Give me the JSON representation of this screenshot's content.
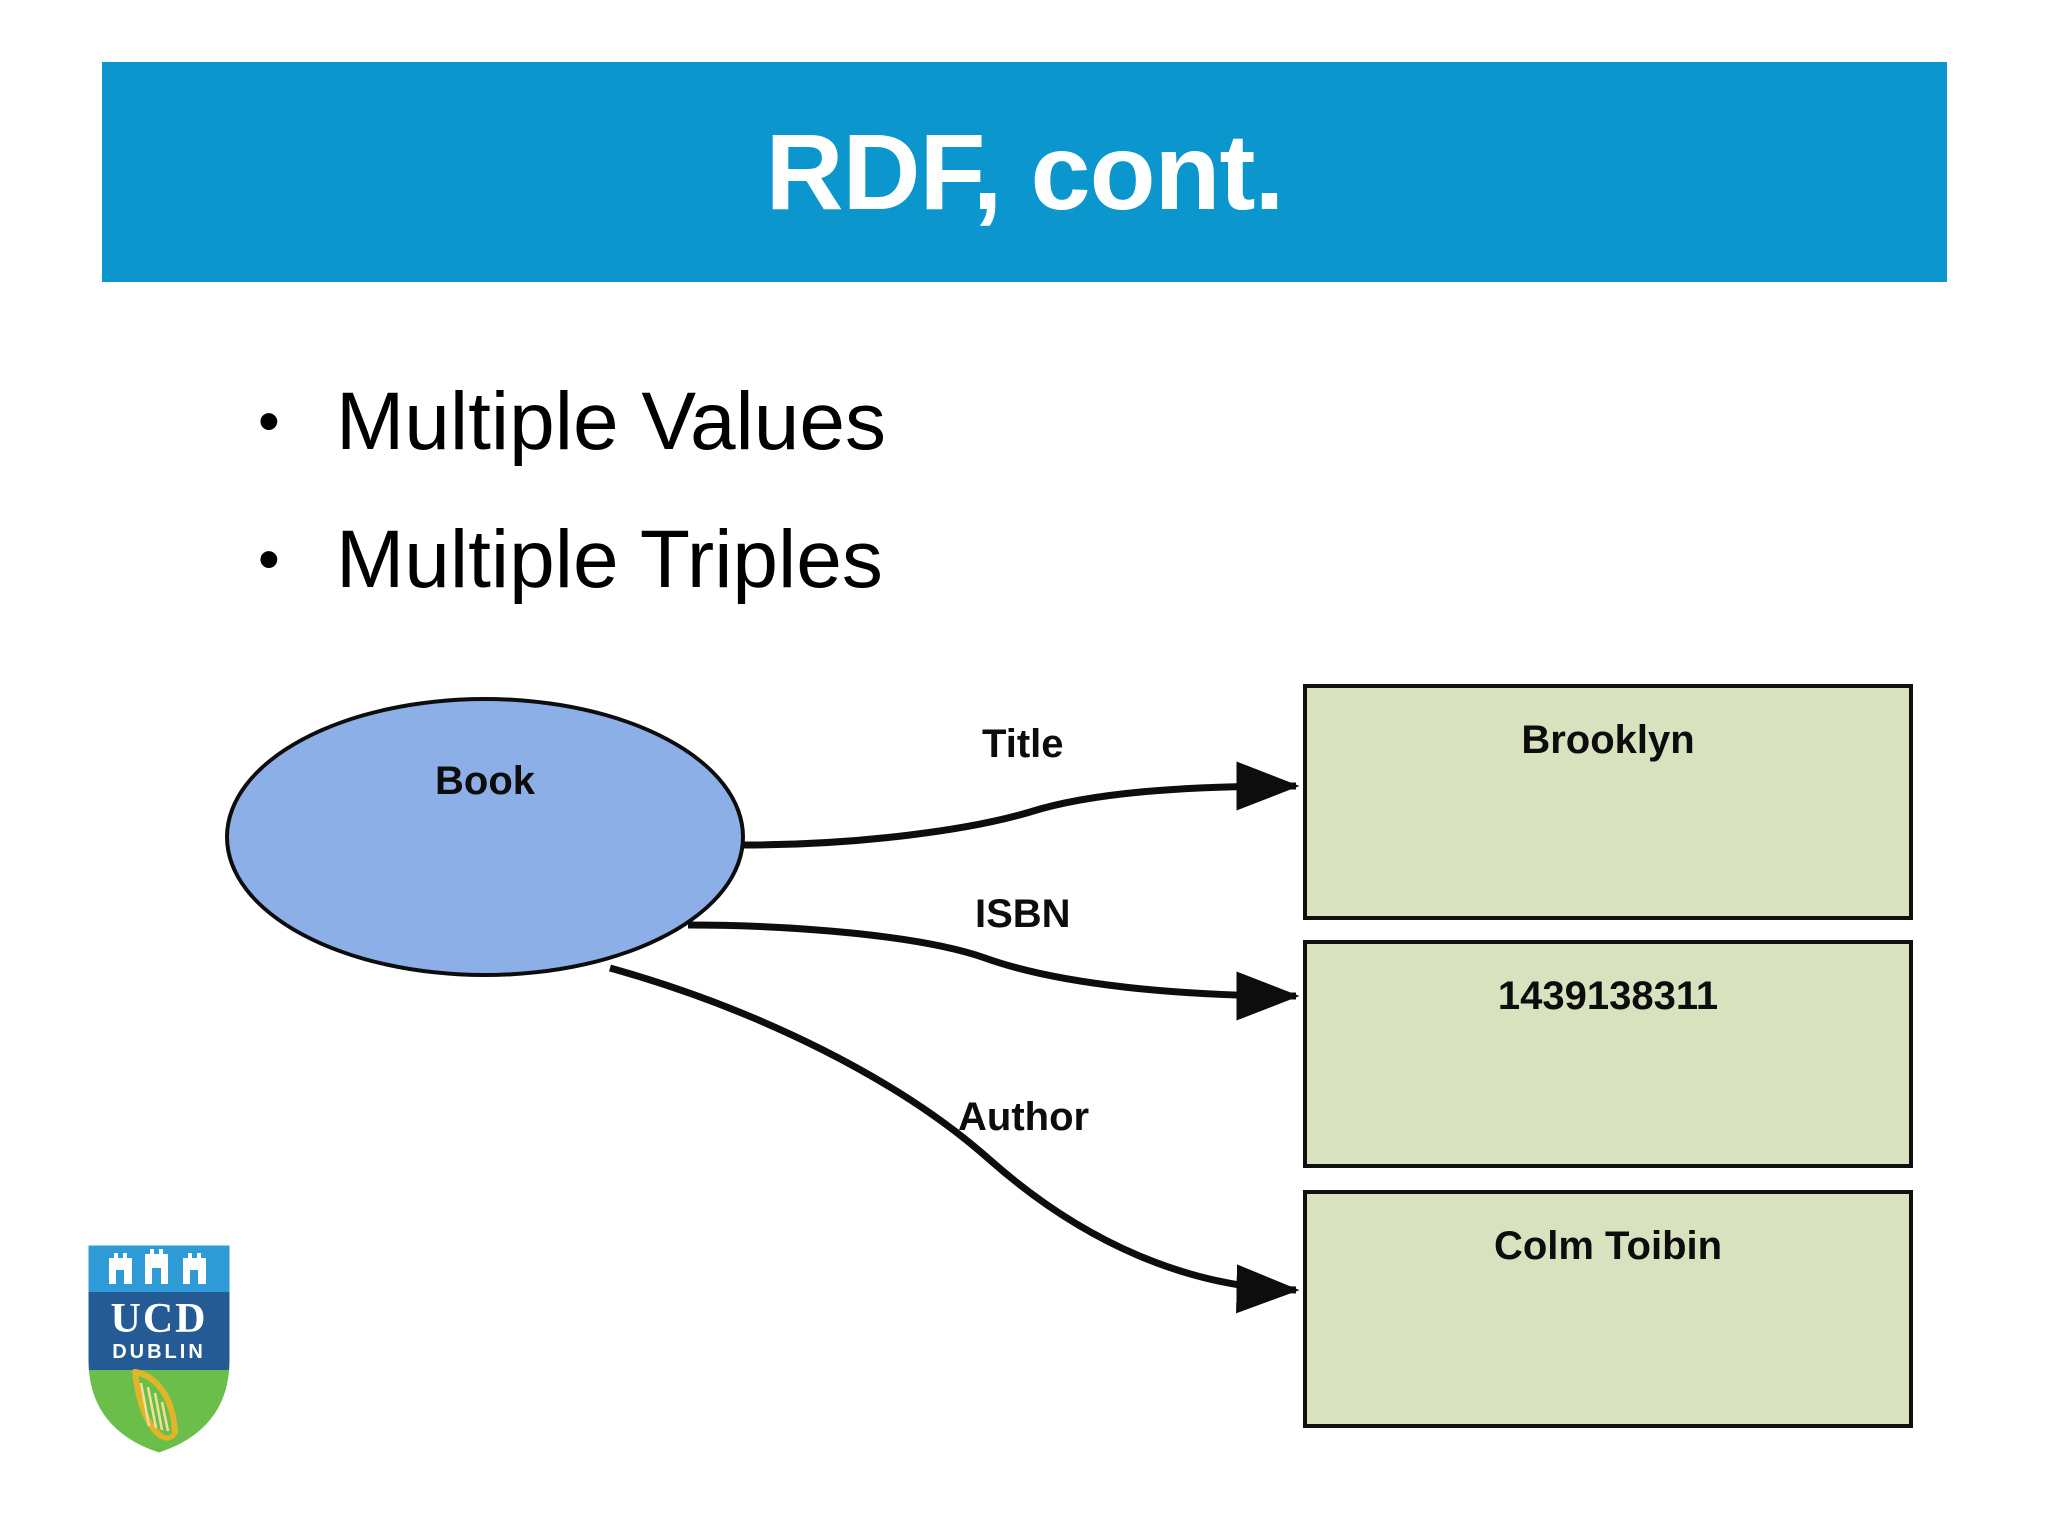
{
  "slide": {
    "title": "RDF, cont.",
    "title_bar_color": "#0C96CE",
    "background_color": "#FFFFFF"
  },
  "bullets": [
    {
      "marker": "•",
      "text": "Multiple Values"
    },
    {
      "marker": "•",
      "text": "Multiple Triples"
    }
  ],
  "diagram": {
    "type": "rdf-triple-graph",
    "subject": {
      "label": "Book",
      "shape": "ellipse",
      "fill_color": "#8BAFE6",
      "stroke_color": "#0D0D0D"
    },
    "edges": [
      {
        "label": "Title",
        "from": "Book",
        "to": "Brooklyn"
      },
      {
        "label": "ISBN",
        "from": "Book",
        "to": "1439138311"
      },
      {
        "label": "Author",
        "from": "Book",
        "to": "Colm Toibin"
      }
    ],
    "objects": [
      {
        "label": "Brooklyn",
        "shape": "rectangle",
        "fill_color": "#D8E2BE",
        "stroke_color": "#111111"
      },
      {
        "label": "1439138311",
        "shape": "rectangle",
        "fill_color": "#D8E2BE",
        "stroke_color": "#111111"
      },
      {
        "label": "Colm Toibin",
        "shape": "rectangle",
        "fill_color": "#D8E2BE",
        "stroke_color": "#111111"
      }
    ]
  },
  "logo": {
    "name": "ucd-dublin-crest",
    "primary_text": "UCD",
    "secondary_text": "DUBLIN",
    "blue": "#2E9BD6",
    "navy": "#245B94",
    "green": "#6BBE4A",
    "gold": "#E0B52A"
  }
}
